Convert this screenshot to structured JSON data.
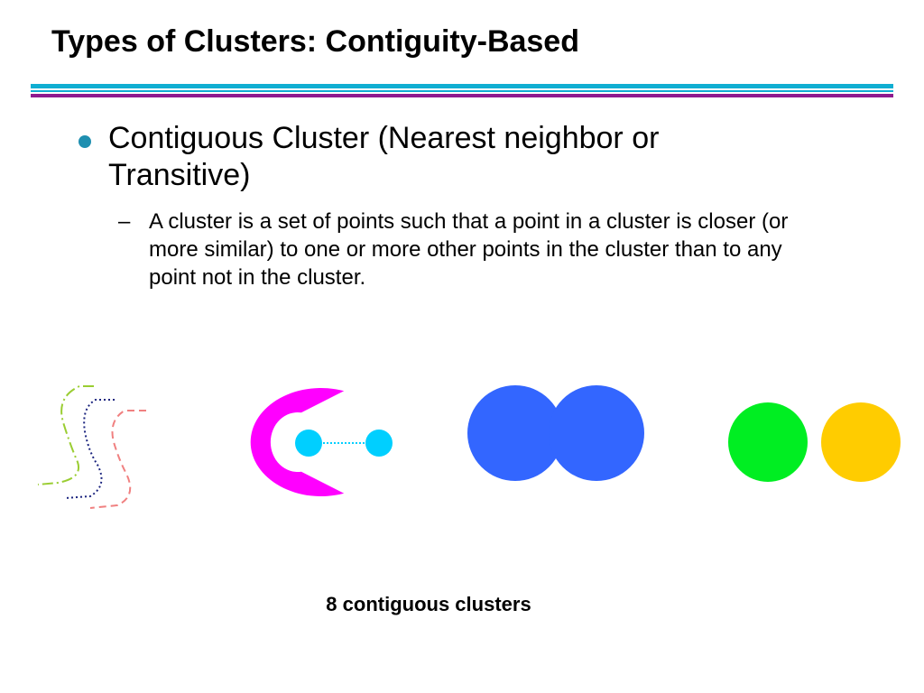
{
  "slide": {
    "title": "Types of Clusters: Contiguity-Based",
    "bullet": "Contiguous Cluster (Nearest neighbor or Transitive)",
    "sub_dash": "–",
    "sub_bullet": "A cluster is a set of points such that a point in a cluster is closer (or more similar) to one or more other points in the cluster than to any point not in the cluster.",
    "caption": "8 contiguous clusters"
  },
  "colors": {
    "title_rule_cyan": "#10aed2",
    "title_rule_purple": "#8e1a8e",
    "bullet": "#1f8fb0",
    "curve_dashdot": "#9acd32",
    "curve_dotted": "#1a237e",
    "curve_dashed": "#f08080",
    "c_shape": "#ff00ff",
    "small_dots": "#00cfff",
    "blue_circles": "#3366ff",
    "green_circle": "#00ee22",
    "yellow_circle": "#ffcc00"
  }
}
